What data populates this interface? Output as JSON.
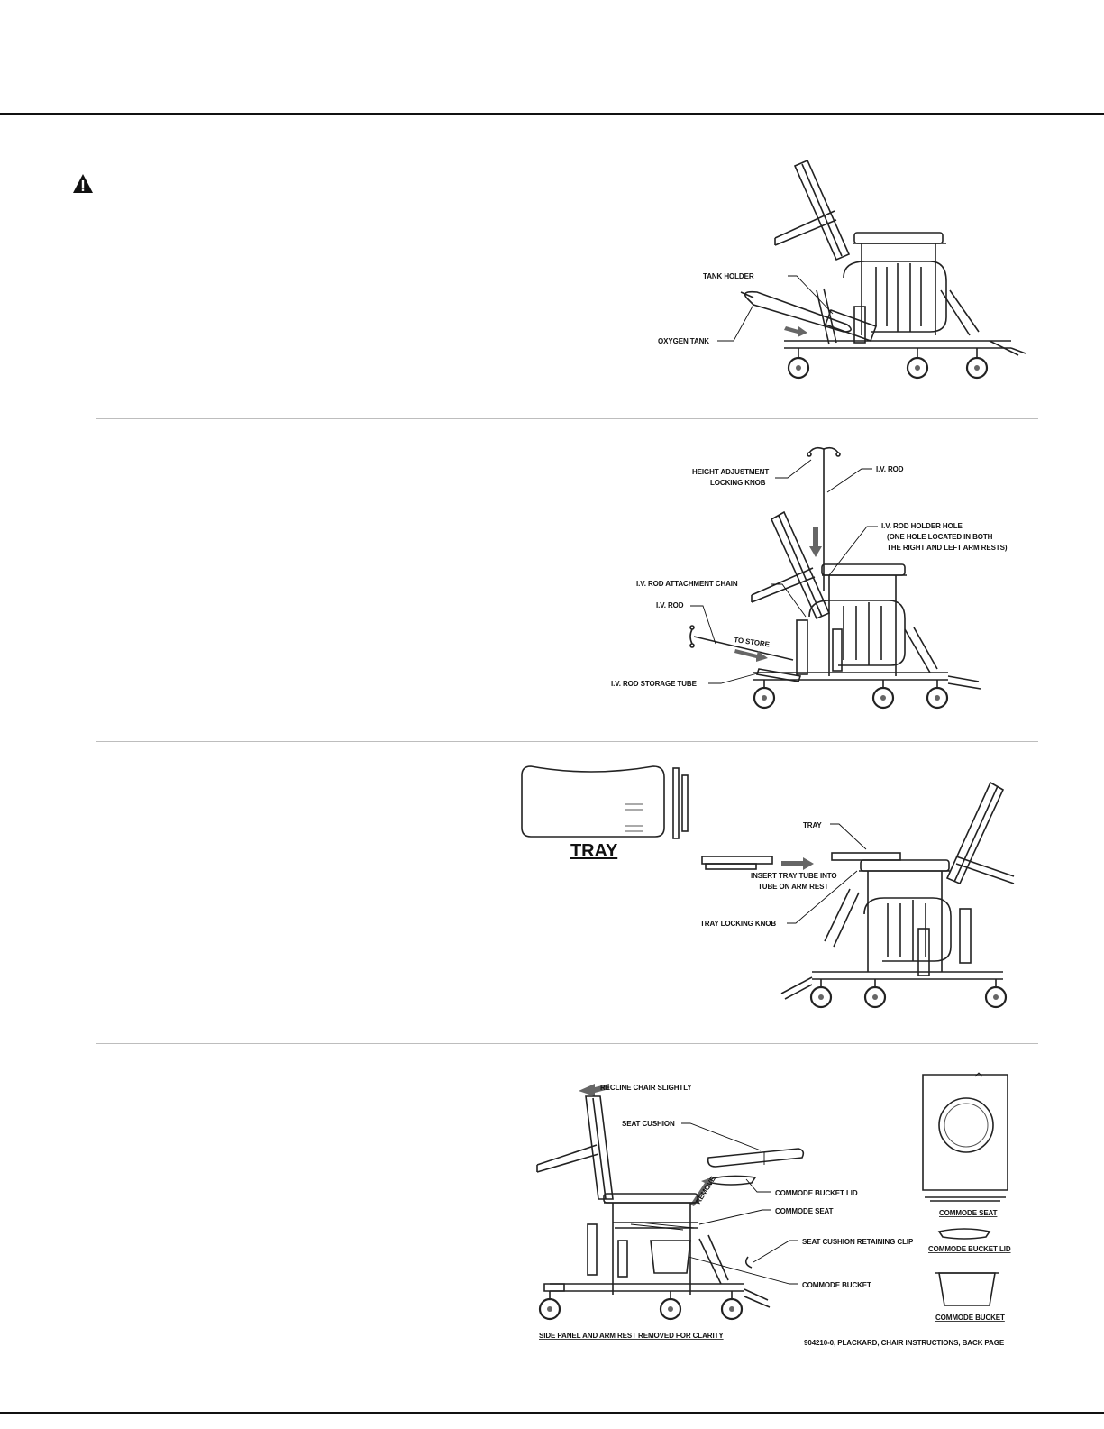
{
  "figures": {
    "oxygen": {
      "labels": {
        "tank_holder": "TANK HOLDER",
        "oxygen_tank": "OXYGEN TANK"
      }
    },
    "iv_rod": {
      "labels": {
        "height_adjustment_1": "HEIGHT ADJUSTMENT",
        "height_adjustment_2": "LOCKING KNOB",
        "iv_rod_top": "I.V. ROD",
        "holder_hole_1": "I.V. ROD HOLDER HOLE",
        "holder_hole_2": "(ONE HOLE LOCATED IN BOTH",
        "holder_hole_3": "THE RIGHT AND LEFT ARM RESTS)",
        "attachment_chain": "I.V. ROD ATTACHMENT CHAIN",
        "iv_rod_side": "I.V. ROD",
        "to_store": "TO STORE",
        "storage_tube": "I.V. ROD STORAGE TUBE"
      }
    },
    "tray": {
      "labels": {
        "tray_title": "TRAY",
        "tray": "TRAY",
        "insert_1": "INSERT TRAY TUBE INTO",
        "insert_2": "TUBE ON ARM REST",
        "locking_knob": "TRAY LOCKING KNOB"
      }
    },
    "commode": {
      "labels": {
        "recline": "RECLINE CHAIR SLIGHTLY",
        "seat_cushion": "SEAT CUSHION",
        "bucket_lid": "COMMODE BUCKET LID",
        "remove": "REMOVE",
        "commode_seat": "COMMODE SEAT",
        "retaining_clip": "SEAT CUSHION RETAINING CLIP",
        "commode_bucket": "COMMODE BUCKET",
        "side_panel_note": "SIDE PANEL AND ARM REST REMOVED FOR CLARITY",
        "legend_seat": "COMMODE SEAT",
        "legend_lid": "COMMODE BUCKET LID",
        "legend_bucket": "COMMODE BUCKET",
        "part_number": "904210-0, PLACKARD, CHAIR INSTRUCTIONS, BACK PAGE"
      }
    }
  },
  "colors": {
    "rule": "#111111",
    "divider": "#bdbdbd",
    "arrow": "#666666"
  },
  "icons": {
    "warning": "warning-triangle-icon"
  }
}
